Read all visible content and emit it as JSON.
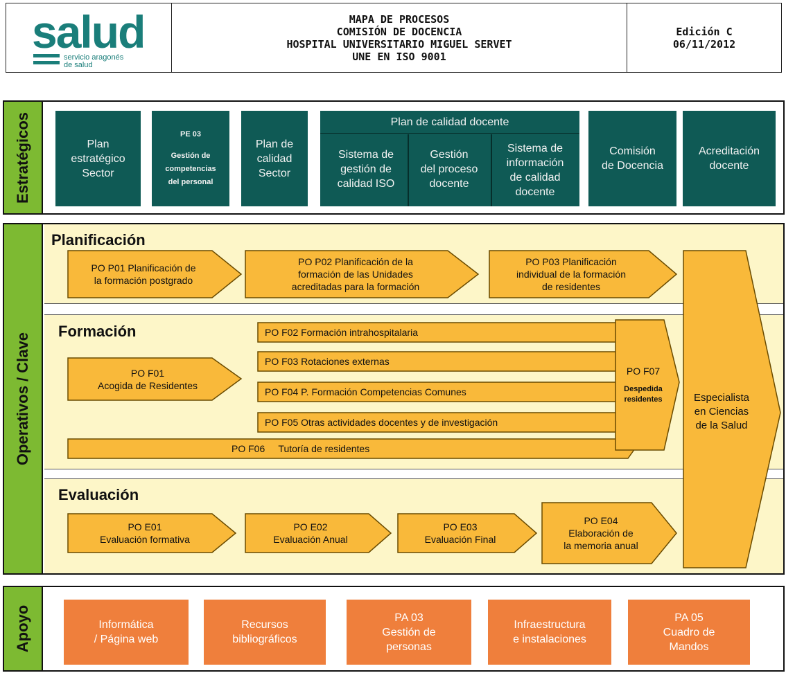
{
  "header": {
    "logo": {
      "word": "salud",
      "subtitle_line1": "servicio aragonés",
      "subtitle_line2": "de salud",
      "color": "#1a7e7a"
    },
    "title": "MAPA DE PROCESOS\nCOMISIÓN DE DOCENCIA\nHOSPITAL UNIVERSITARIO MIGUEL SERVET\nUNE EN ISO 9001",
    "edition": "Edición C\n06/11/2012"
  },
  "estrategicos": {
    "side_label": "Estratégicos",
    "box1": "Plan\nestratégico\nSector",
    "box2_code": "PE 03",
    "box2_text": "Gestión de\ncompetencias\ndel personal",
    "box3": "Plan de\ncalidad\nSector",
    "group_title": "Plan de calidad docente",
    "group_sub1": "Sistema de\ngestión de\ncalidad ISO",
    "group_sub2": "Gestión\ndel proceso\ndocente",
    "group_sub3": "Sistema de\ninformación\nde calidad\ndocente",
    "box5": "Comisión\nde Docencia",
    "box6": "Acreditación\ndocente",
    "color": "#0f5a55"
  },
  "operativos": {
    "side_label": "Operativos / Clave",
    "planificacion": {
      "title": "Planificación",
      "p01": "PO P01 Planificación de\nla formación postgrado",
      "p02": "PO P02 Planificación de la\nformación de las Unidades\nacreditadas para la formación",
      "p03": "PO P03 Planificación\nindividual de la formación\nde residentes"
    },
    "formacion": {
      "title": "Formación",
      "f01": "PO F01\nAcogida de Residentes",
      "f02": "PO F02 Formación intrahospitalaria",
      "f03": "PO F03 Rotaciones externas",
      "f04": "PO F04 P. Formación Competencias Comunes",
      "f05": "PO F05 Otras actividades docentes y de investigación",
      "f06": "PO F06     Tutoría de residentes",
      "f07_code": "PO F07",
      "f07_text": "Despedida\nresidentes"
    },
    "evaluacion": {
      "title": "Evaluación",
      "e01": "PO E01\nEvaluación formativa",
      "e02": "PO E02\nEvaluación Anual",
      "e03": "PO E03\nEvaluación Final",
      "e04": "PO E04\nElaboración de\nla memoria anual"
    },
    "output": "Especialista\nen Ciencias\nde la Salud",
    "arrow_color": "#f9b93a",
    "band_color": "#fdf6c8"
  },
  "apoyo": {
    "side_label": "Apoyo",
    "a1": "Informática\n/ Página web",
    "a2": "Recursos\nbibliográficos",
    "a3": "PA 03\nGestión de\npersonas",
    "a4": "Infraestructura\ne instalaciones",
    "a5": "PA 05\nCuadro de\nMandos",
    "color": "#ef7f3c"
  }
}
